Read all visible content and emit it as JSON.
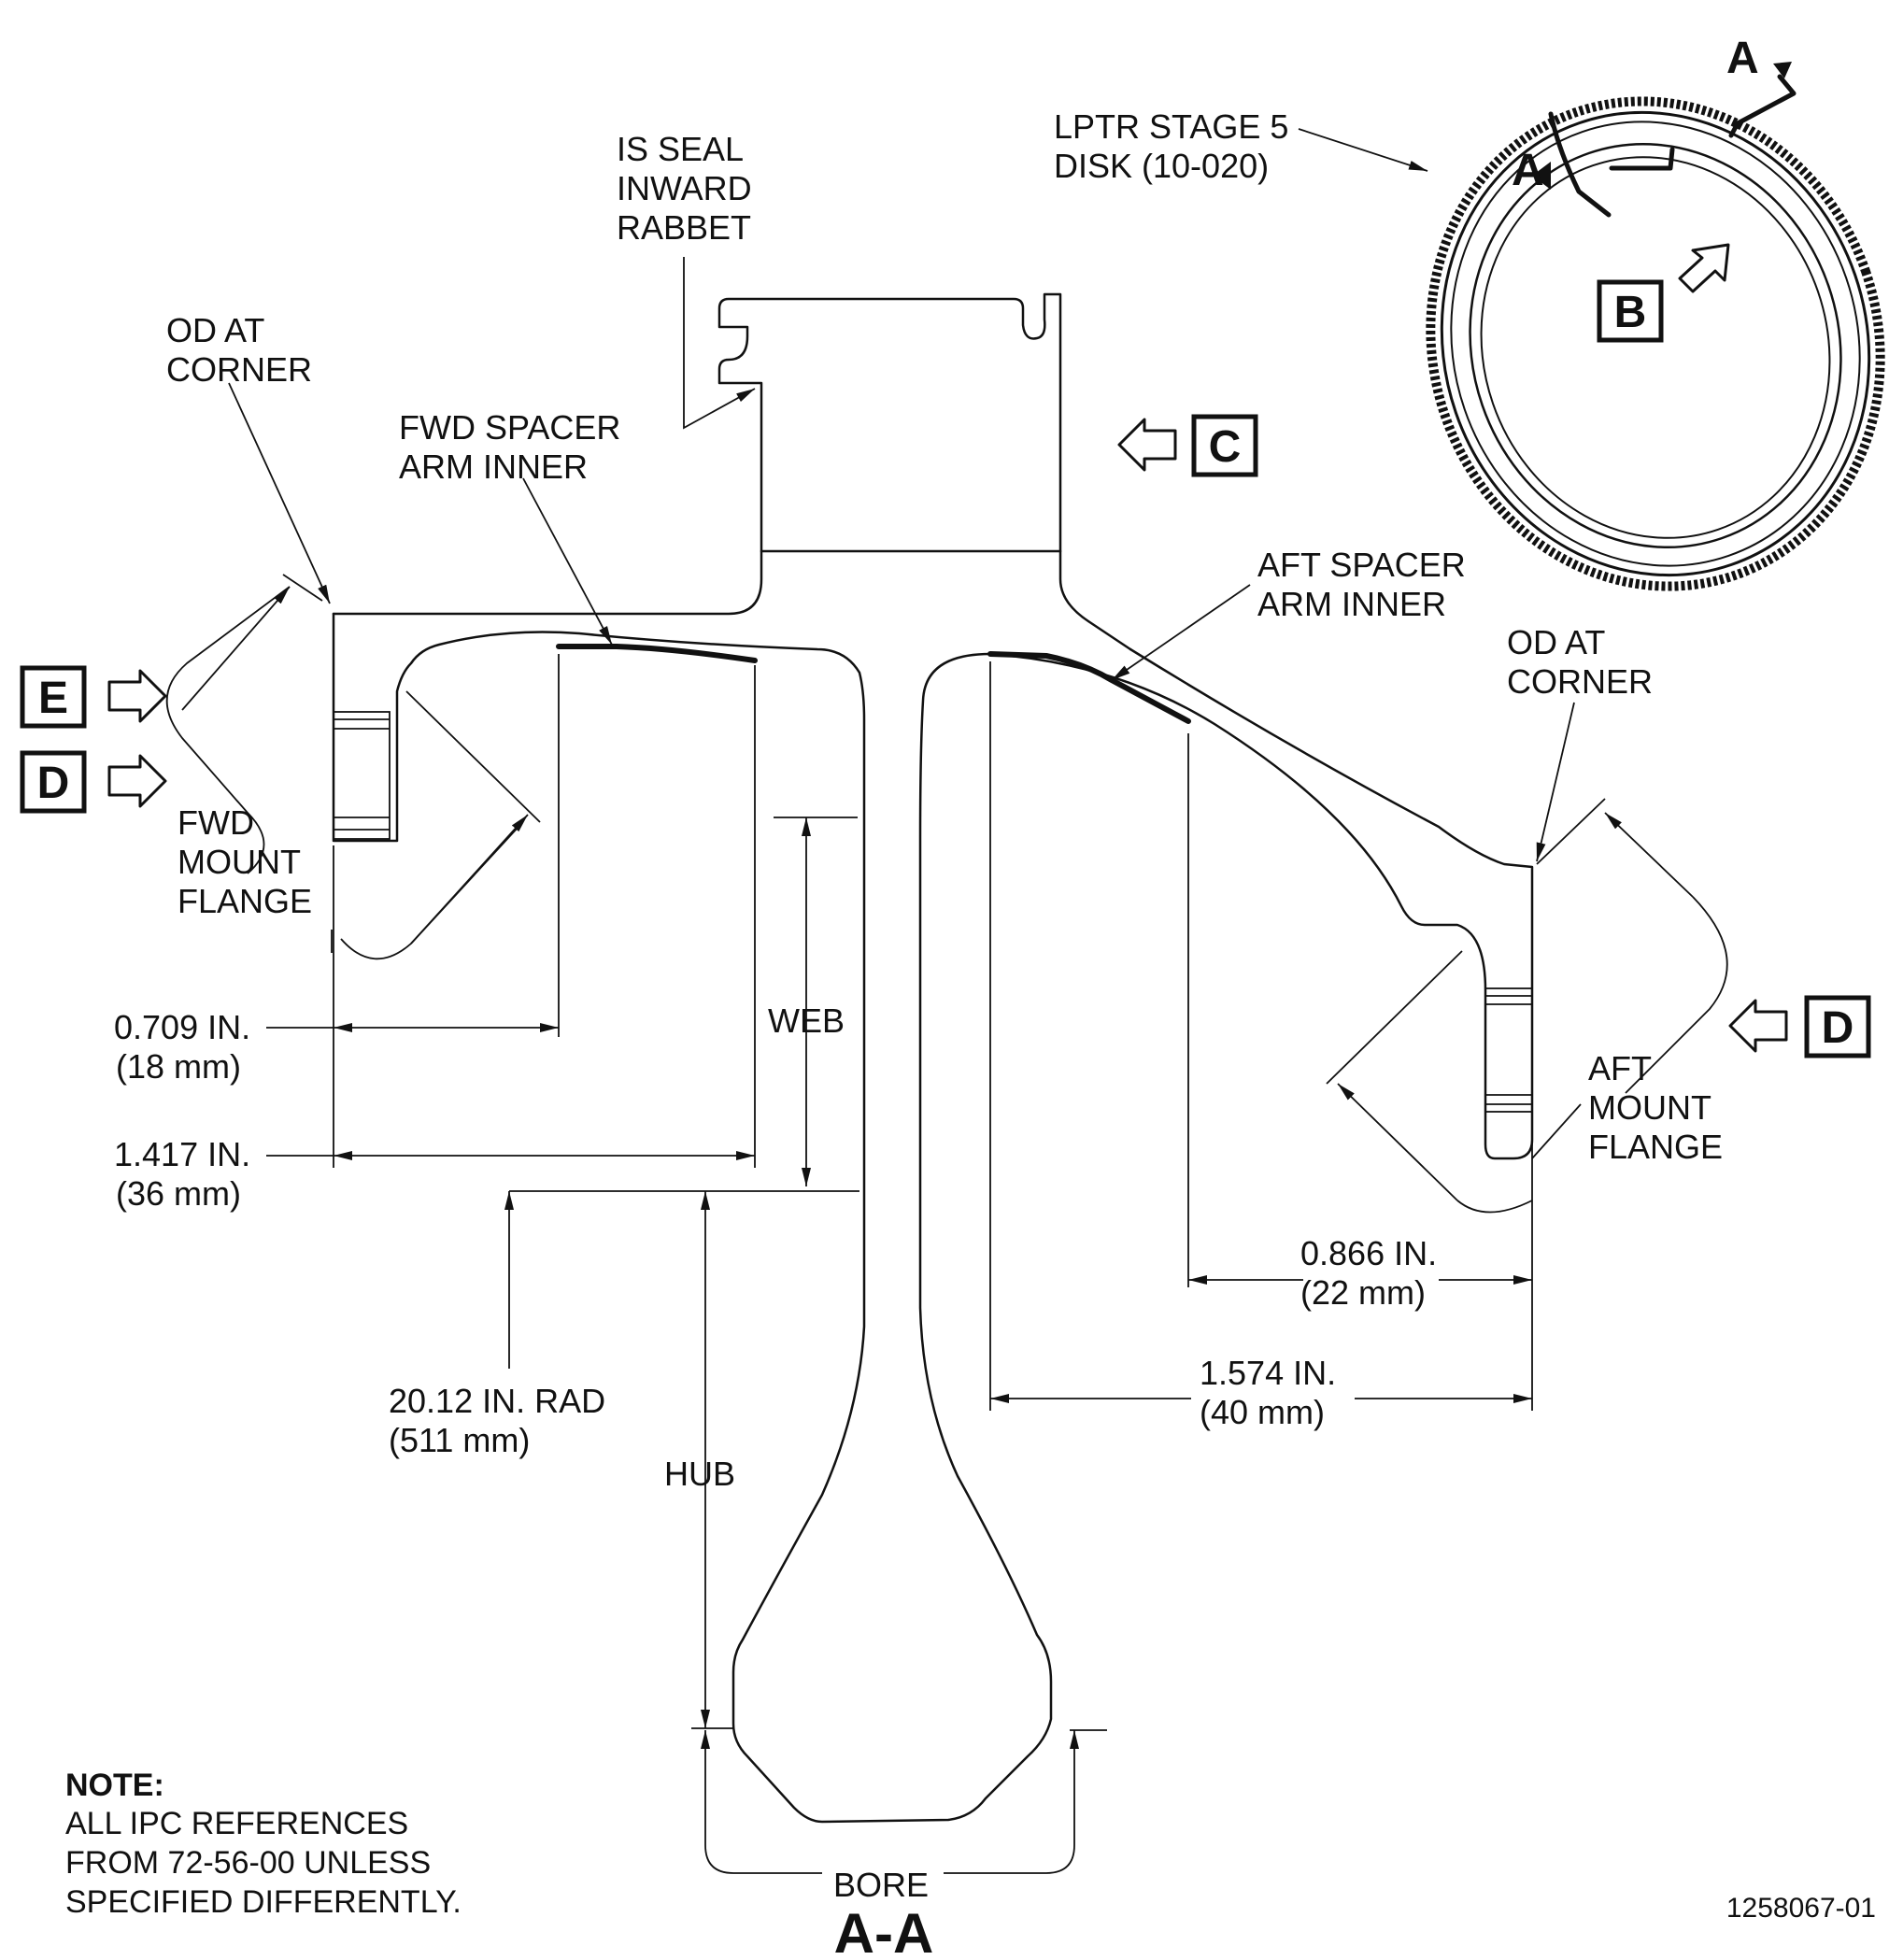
{
  "labels": {
    "is_seal": [
      "IS SEAL",
      "INWARD",
      "RABBET"
    ],
    "lptr_disk": [
      "LPTR STAGE 5",
      "DISK (10-020)"
    ],
    "od_corner_fwd": [
      "OD AT",
      "CORNER"
    ],
    "od_corner_aft": [
      "OD AT",
      "CORNER"
    ],
    "fwd_spacer": [
      "FWD SPACER",
      "ARM INNER"
    ],
    "aft_spacer": [
      "AFT SPACER",
      "ARM INNER"
    ],
    "fwd_mount": [
      "FWD",
      "MOUNT",
      "FLANGE"
    ],
    "aft_mount": [
      "AFT",
      "MOUNT",
      "FLANGE"
    ],
    "web": "WEB",
    "hub": "HUB",
    "bore": "BORE"
  },
  "dimensions": {
    "d_0709": [
      "0.709 IN.",
      "(18 mm)"
    ],
    "d_1417": [
      "1.417 IN.",
      "(36 mm)"
    ],
    "d_2012": [
      "20.12 IN. RAD",
      "(511 mm)"
    ],
    "d_0866": [
      "0.866 IN.",
      "(22 mm)"
    ],
    "d_1574": [
      "1.574 IN.",
      "(40 mm)"
    ]
  },
  "view_markers": {
    "a_top": "A",
    "a_left": "A",
    "b": "B",
    "c": "C",
    "d_left": "D",
    "d_right": "D",
    "e": "E"
  },
  "section_title": "A-A",
  "note": {
    "heading": "NOTE:",
    "lines": [
      "ALL IPC REFERENCES",
      "FROM 72-56-00 UNLESS",
      "SPECIFIED DIFFERENTLY."
    ]
  },
  "figure_ref": "1258067-01"
}
